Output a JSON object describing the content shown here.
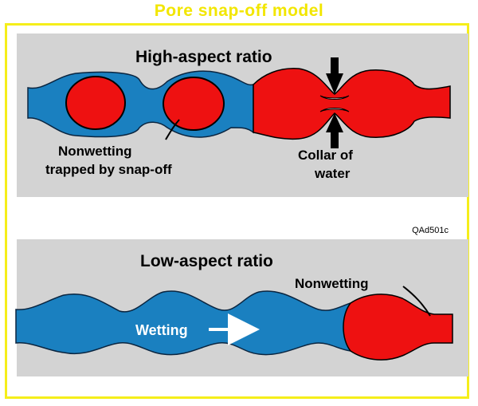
{
  "title": "Pore snap-off model",
  "code": "QAd501c",
  "high": {
    "title": "High-aspect ratio",
    "label_trapped_1": "Nonwetting",
    "label_trapped_2": "trapped by snap-off",
    "label_collar_1": "Collar of",
    "label_collar_2": "water"
  },
  "low": {
    "title": "Low-aspect ratio",
    "label_nonwetting": "Nonwetting",
    "label_wetting": "Wetting"
  },
  "colors": {
    "wetting": "#1a80c0",
    "nonwetting": "#ee1111",
    "rock": "#d3d3d3",
    "title": "#f2e600",
    "frame": "#f5ee1a"
  }
}
